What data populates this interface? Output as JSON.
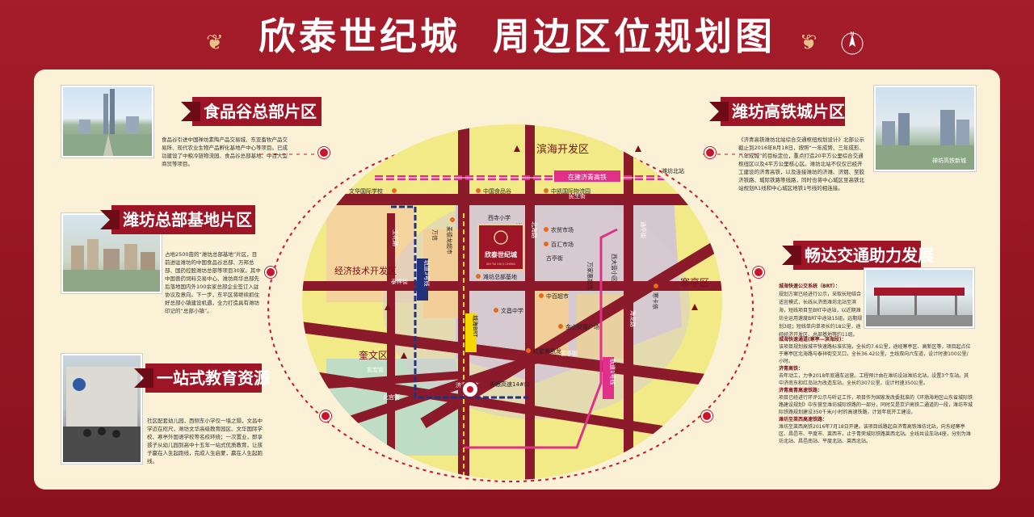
{
  "header": {
    "title_left": "欣泰世纪城",
    "title_right": "周边区位规划图",
    "compass_letter": "N"
  },
  "sections": {
    "food_valley": {
      "title": "食品谷总部片区",
      "text": "食品谷引进中国禅坊素陶产品交易城、东亚畜牧产品交易所、现代农业生物产品孵化基地产中心等项目。已成功建设了中粮冷链物流园、食品谷总部基地、中百大型商贸等项目。"
    },
    "hq_base": {
      "title": "潍坊总部基地片区",
      "text": "占地2500亩的“潍坊总部基地”片区，目前进驻潍坊的中国食品谷总部、万邦总部、国药控股潍坊总部等项目30家。其中中国兽药饲料交易中心、潍坊商华总部先后落地国内外100余家总部企业签订入驻协议及意向。下一步，东平区将继续抓住好总部小镇建设机遇，全力打造具有潍坊印记的“总部小镇”。"
    },
    "education": {
      "title": "一站式教育资源",
      "text": "社区配套幼儿园，西侧东小学仅一墙之隔，文昌中学近在咫尺，潍坊文华高级教育园区、文华国际学校、寒亭外国语学校等名校环绕；一次置业，即享孩子从幼儿园到高中十五年一站式优质教育，让孩子赢在人生起跑线，完成人生启蒙，赢在人生起跑线。"
    },
    "hsr_city": {
      "title": "潍坊高铁城片区",
      "text": "《济青高铁潍坊北站综合交通枢纽规划设计》北部公示截止到2016年8月18日，按照“一年成势、三年成形、八年成城”的目标定位，重点打造20平方公里综合交通枢纽区以及4平方公里核心区。潍坊北站不仅仅已经开工建设的济青高铁，以及连接潍坊的济潍、济烟、至胶济铁路、城际铁路等线路，同时也将中心城区至高铁北站规划R1线和中心城区地铁1号线的相连接。"
    },
    "transport": {
      "title": "畅达交通助力发展",
      "subheads": [
        "城海快速公交系统（BRT）：",
        "城海快速通道(寒亭—滨海段)：",
        "济青高铁：",
        "济青高青高速铁路：",
        "潍坊至莱西高速铁路："
      ],
      "paragraphs": [
        "规划方案已经进行公示，采取长短结合适宜模式，长线从济南潍坊北站至滨海，短线项目至BRT中途站，以近期潍坊全运用速度BRT中途站15组，远期规划3组；短线单向单项长约18公里，途经经济开发区、总部基地等约11组。",
        "该项目规划按城市快速路标准实施，全长约7.6公里，途经寒亭区、高新区等，项目起点位于寒亭区北海路与泰祥街交叉口，全长36.42公里，主线双向六车道，设计时速100公里/小时。",
        "去年动工，力争2018年底通车运营。工程预计由在潍坊设站潍坊北站，设置3个车站。其中济南东和红岛站为改造车站，全长约307公里，设计时速350公里。",
        "项目已经进行环评公示与听证工作，项目作为国家发改委批准的《环渤海地区山东省城际铁路建设规划》中东营至潍坊城际铁路的一部分，同时又是京沪高铁二通道的一段，潍坊市城际铁路规划建设350千米/小时的高速铁路，计划年底开工建设。",
        "潍坊至莱西高铁2016年7月18日开建。该项目线路起自济青高铁潍坊北站，向东经寒亭区、昌邑市、平度市、莱西市，止于青荣城际铁路莱西北站。全线共设车站4座，分别为潍坊北站、昌邑南站、平度北站、莱西北站。"
      ]
    }
  },
  "map": {
    "districts": {
      "binhai": "滨海开发区",
      "econ": "经济技术开发区",
      "hanting": "寒亭区",
      "kuiwen": "奎文区"
    },
    "lines": {
      "hsr": "在建济青高铁",
      "metro3": "轨道3号线",
      "metro1": "轨道1号线",
      "brt": "城海BRT",
      "station_north": "潍坊北站"
    },
    "streets": {
      "minsheng": "民生街",
      "taixiang": "泰祥街",
      "fuzhou": "富亭街",
      "xuanhua": "玄宏街",
      "beigong": "北宫街",
      "jiqing": "济青高速",
      "hailong": "海龙路",
      "beihai": "北海路",
      "yuhua": "玉花路",
      "tonghai": "通亭街"
    },
    "pois": [
      "文华国际学校",
      "中国食品谷",
      "中凯国际物流园",
      "西寺小学",
      "农贸市场",
      "百汇市场",
      "古亭街",
      "潍坊总部基地",
      "中百超市",
      "文昌中学",
      "金山财富广场",
      "红星美凯龙",
      "青银高速14#口",
      "万家惠超市",
      "西大营小区",
      "寒卡依",
      "万信",
      "麦德龙超市",
      "荣文"
    ],
    "project_badge": "欣泰世纪城",
    "project_sub": "XIN TAI SHI JI CHENG",
    "photo_captions": [
      "禅坊高铁新城"
    ]
  },
  "colors": {
    "brand_red": "#9d1526",
    "panel_bg": "#fbf1d6",
    "road_red": "#8b1a2a",
    "zone_yellow": "#f1ea86",
    "zone_grey": "#c9bfc8"
  }
}
